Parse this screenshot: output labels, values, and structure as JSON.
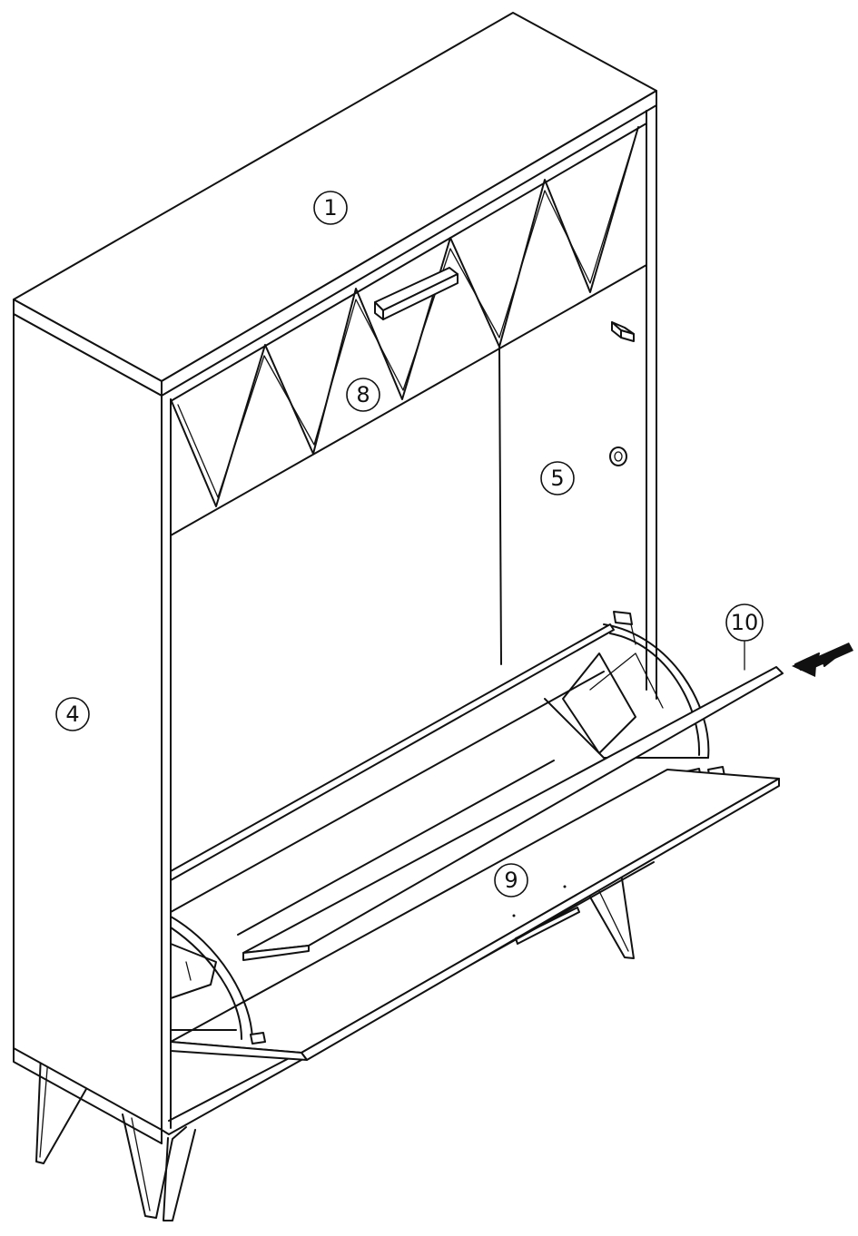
{
  "callouts": {
    "c1": "1",
    "c4": "4",
    "c5": "5",
    "c8": "8",
    "c9": "9",
    "c10": "10"
  },
  "icons": {
    "arrow": "push-arrow-icon"
  }
}
